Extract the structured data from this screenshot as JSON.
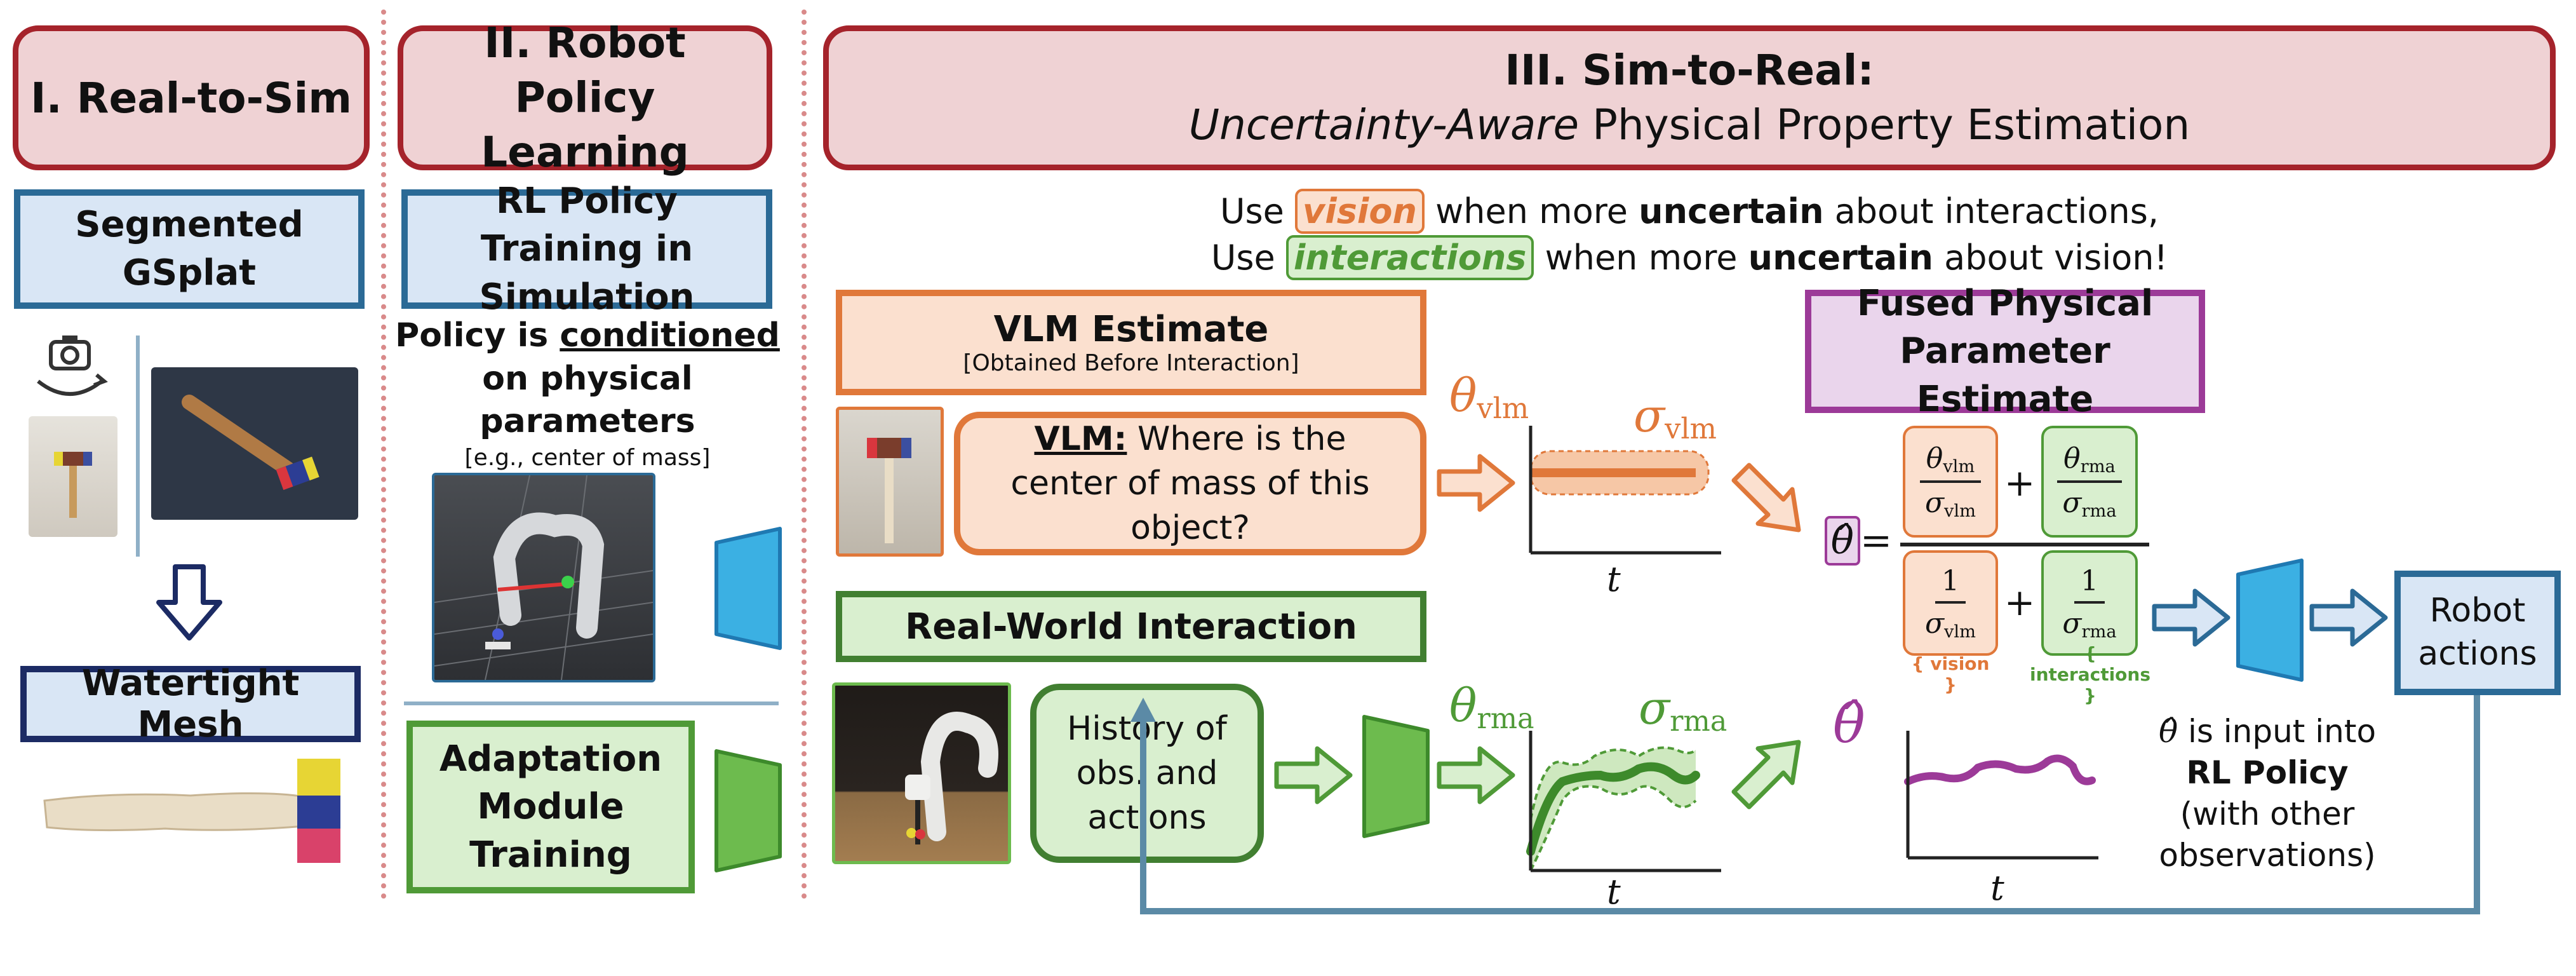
{
  "sections": {
    "real_to_sim": "I. Real-to-Sim",
    "policy_learning": "II. Robot Policy Learning",
    "sim_to_real_line1": "III. Sim-to-Real:",
    "sim_to_real_italic": "Uncertainty-Aware",
    "sim_to_real_rest": " Physical Property Estimation"
  },
  "col1": {
    "segmented_gsplat": "Segmented GSplat",
    "watertight_mesh": "Watertight Mesh"
  },
  "col2": {
    "rl_policy_training": "RL Policy Training in Simulation",
    "policy_is": "Policy is ",
    "conditioned": "conditioned",
    "on_physical": "on physical parameters",
    "example": "[e.g., center of mass]",
    "adaptation_module": "Adaptation Module Training"
  },
  "subtitle": {
    "use1": "Use ",
    "vision": "vision",
    "when1": " when more ",
    "uncertain1": "uncertain",
    "about1": " about interactions,",
    "use2": "Use ",
    "interactions": "interactions",
    "when2": " when more ",
    "uncertain2": "uncertain",
    "about2": " about vision!"
  },
  "vlm": {
    "title": "VLM Estimate",
    "note": "[Obtained Before Interaction]",
    "prefix": "VLM:",
    "question": " Where is the center of mass of this object?"
  },
  "real_world": {
    "title": "Real-World Interaction",
    "history": "History of obs. and actions"
  },
  "fused": {
    "title": "Fused Physical Parameter Estimate",
    "vision_label": "vision",
    "interactions_label": "interactions"
  },
  "plots": {
    "theta_vlm": "θ",
    "vlm_sub": "vlm",
    "sigma_vlm": "σ",
    "theta_rma": "θ",
    "rma_sub": "rma",
    "sigma_rma": "σ",
    "t": "t",
    "theta_hat": "θ̂"
  },
  "robot_actions": "Robot actions",
  "input_note": {
    "line1": " is input into",
    "line2": "RL Policy",
    "line3": "(with other observations)"
  },
  "colors": {
    "red": "#a5232b",
    "blue": "#2b6a96",
    "navy": "#1c2b64",
    "green": "#4f9a37",
    "dark_green": "#417f31",
    "orange": "#e0783a",
    "purple": "#9c3a98",
    "feedback": "#5b8aa6"
  },
  "icons": [
    "camera-icon",
    "down-arrow-icon",
    "right-arrow-icon",
    "policy-network-icon",
    "adaptation-network-icon"
  ]
}
